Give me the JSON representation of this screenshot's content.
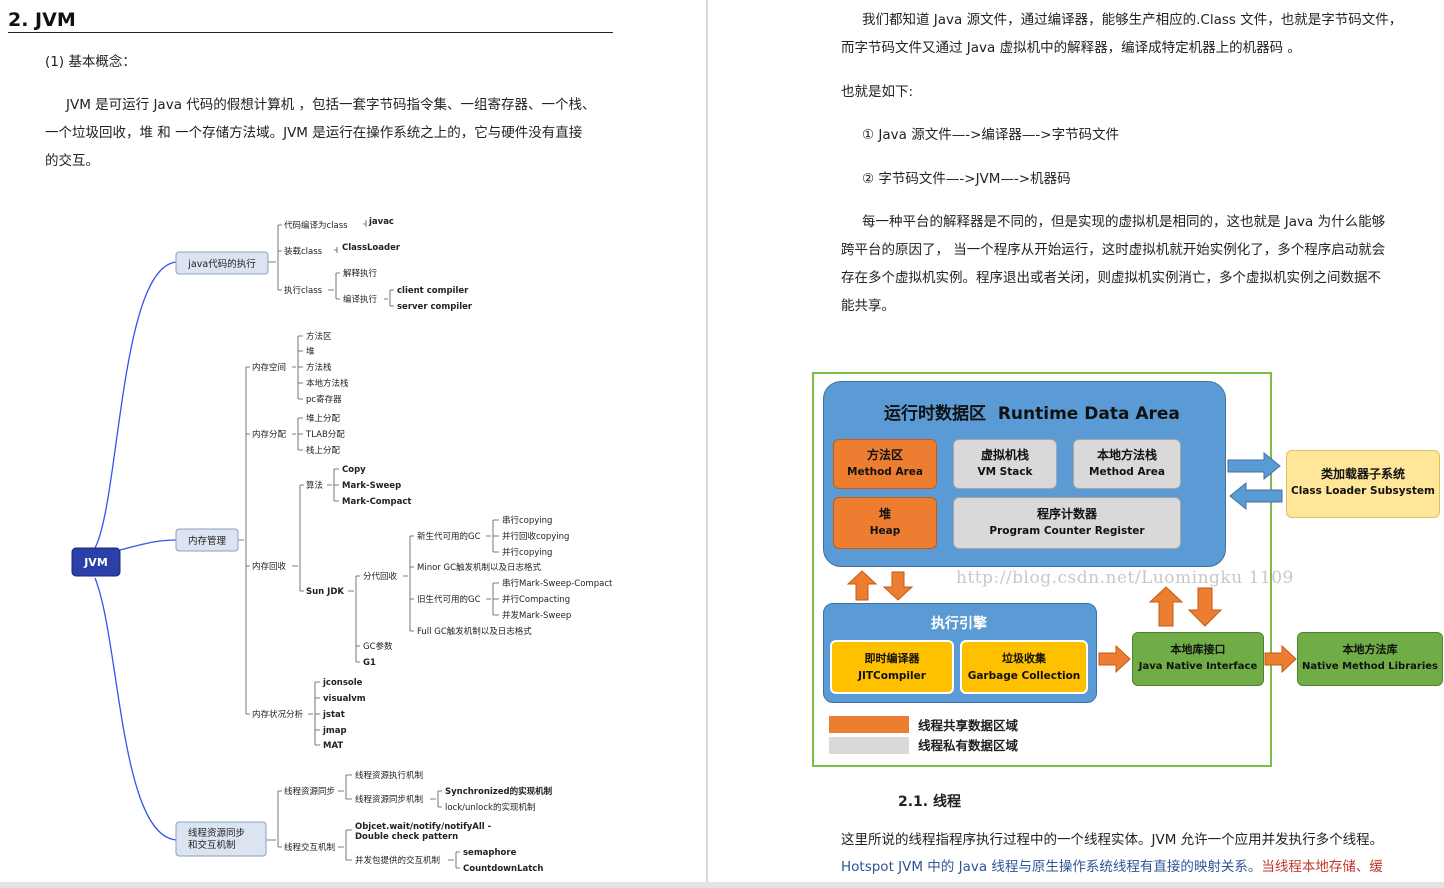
{
  "left_page": {
    "heading": "2. JVM",
    "subheading": "(1) 基本概念：",
    "para_lines": [
      "JVM 是可运行 Java 代码的假想计算机 ，包括一套字节码指令集、一组寄存器、一个栈、",
      "一个垃圾回收，堆 和 一个存储方法域。JVM 是运行在操作系统之上的，它与硬件没有直接",
      "的交互。"
    ]
  },
  "mindmap": {
    "root": "JVM",
    "branches": {
      "exec": {
        "label": "java代码的执行",
        "compile": "代码编译为class",
        "javac": "javac",
        "load": "装载class",
        "classloader": "ClassLoader",
        "run": "执行class",
        "interp": "解释执行",
        "compile_exec": "编译执行",
        "client": "client compiler",
        "server": "server compiler"
      },
      "mem": {
        "label": "内存管理",
        "space": "内存空间",
        "space_items": [
          "方法区",
          "堆",
          "方法栈",
          "本地方法栈",
          "pc寄存器"
        ],
        "alloc": "内存分配",
        "alloc_items": [
          "堆上分配",
          "TLAB分配",
          "栈上分配"
        ],
        "gc": "内存回收",
        "algo": "算法",
        "algo_items": [
          "Copy",
          "Mark-Sweep",
          "Mark-Compact"
        ],
        "sunjdk": "Sun JDK",
        "gen": "分代回收",
        "young": "新生代可用的GC",
        "young_items": [
          "串行copying",
          "并行回收copying",
          "并行copying"
        ],
        "minor": "Minor GC触发机制以及日志格式",
        "old": "旧生代可用的GC",
        "old_items": [
          "串行Mark-Sweep-Compact",
          "并行Compacting",
          "并发Mark-Sweep"
        ],
        "full": "Full GC触发机制以及日志格式",
        "gcparam": "GC参数",
        "g1": "G1",
        "analysis": "内存状况分析",
        "analysis_items": [
          "jconsole",
          "visualvm",
          "jstat",
          "jmap",
          "MAT"
        ]
      },
      "thread": {
        "label1": "线程资源同步",
        "label2": "和交互机制",
        "sync": "线程资源同步",
        "sync_exec": "线程资源执行机制",
        "sync_mech": "线程资源同步机制",
        "synchronized": "Synchronized的实现机制",
        "lock": "lock/unlock的实现机制",
        "interact": "线程交互机制",
        "wait1": "Objcet.wait/notify/notifyAll -",
        "wait2": "Double check pattern",
        "concurrent": "并发包提供的交互机制",
        "semaphore": "semaphore",
        "latch": "CountdownLatch"
      }
    }
  },
  "right_page": {
    "p1_lines": [
      "我们都知道 Java 源文件，通过编译器，能够生产相应的.Class 文件，也就是字节码文件，",
      "而字节码文件又通过 Java 虚拟机中的解释器，编译成特定机器上的机器码 。"
    ],
    "p2": "也就是如下:",
    "step1": "① Java 源文件—->编译器—->字节码文件",
    "step2": "② 字节码文件—->JVM—->机器码",
    "p3_lines": [
      "每一种平台的解释器是不同的，但是实现的虚拟机是相同的，这也就是 Java 为什么能够",
      "跨平台的原因了， 当一个程序从开始运行，这时虚拟机就开始实例化了，多个程序启动就会",
      "存在多个虚拟机实例。程序退出或者关闭，则虚拟机实例消亡，多个虚拟机实例之间数据不",
      "能共享。"
    ],
    "section": "2.1. 线程",
    "p4_line1": "这里所说的线程指程序执行过程中的一个线程实体。JVM 允许一个应用并发执行多个线程。",
    "p4_line2_blue": "Hotspot JVM 中的 Java 线程与原生操作系统线程有直接的映射关系。",
    "p4_line2_red": "当线程本地存储、缓"
  },
  "diagram": {
    "title_cn": "运行时数据区",
    "title_en": "Runtime Data Area",
    "method_cn": "方法区",
    "method_en": "Method Area",
    "vmstack_cn": "虚拟机栈",
    "vmstack_en": "VM Stack",
    "native_stack_cn": "本地方法栈",
    "native_stack_en": "Method Area",
    "heap_cn": "堆",
    "heap_en": "Heap",
    "pc_cn": "程序计数器",
    "pc_en": "Program Counter Register",
    "loader_cn": "类加载器子系统",
    "loader_en": "Class Loader Subsystem",
    "engine": "执行引擎",
    "jit_cn": "即时编译器",
    "jit_en": "JITCompiler",
    "gc_cn": "垃圾收集",
    "gc_en": "Garbage Collection",
    "jni_cn": "本地库接口",
    "jni_en": "Java Native Interface",
    "nml_cn": "本地方法库",
    "nml_en": "Native Method Libraries",
    "legend_shared": "线程共享数据区域",
    "legend_private": "线程私有数据区域",
    "watermark": "http://blog.csdn.net/Luomingku 1109",
    "colors": {
      "shared": "#ed7d31",
      "private": "#d9d9d9",
      "runtime": "#5b9bd5",
      "engine": "#ffc000",
      "native": "#70ad47"
    }
  }
}
